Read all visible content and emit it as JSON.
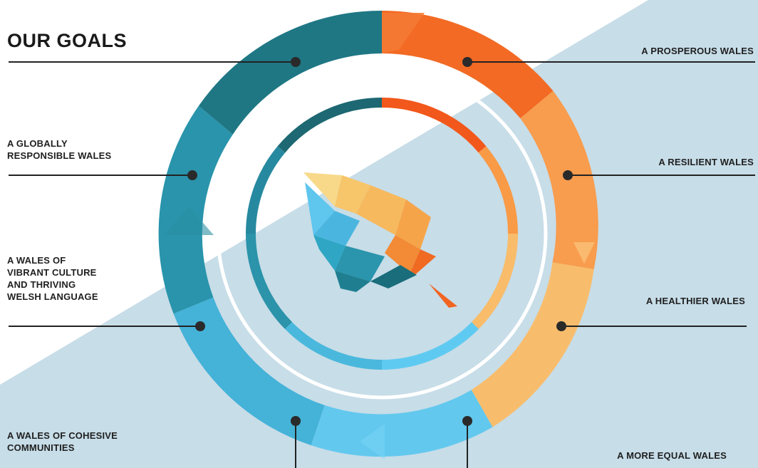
{
  "header": {
    "title": "OUR GOALS"
  },
  "goals": [
    {
      "id": "prosperous",
      "label": "A PROSPEROUS WALES"
    },
    {
      "id": "resilient",
      "label": "A RESILIENT WALES"
    },
    {
      "id": "healthier",
      "label": "A HEALTHIER WALES"
    },
    {
      "id": "more-equal",
      "label": "A MORE EQUAL WALES"
    },
    {
      "id": "cohesive",
      "label": "A WALES OF COHESIVE\nCOMMUNITIES"
    },
    {
      "id": "culture",
      "label": "A WALES OF\nVIBRANT CULTURE\nAND THRIVING\nWELSH LANGUAGE"
    },
    {
      "id": "globally",
      "label": "A GLOBALLY\nRESPONSIBLE WALES"
    }
  ],
  "icons": {
    "center": "leaf-icon"
  },
  "colors": {
    "dark_teal": "#1e6b77",
    "teal": "#2a8fa3",
    "light_blue": "#4dbce0",
    "sky_blue": "#6dccf2",
    "orange_red": "#f25c1c",
    "orange": "#f79a45",
    "light_orange": "#f8bc6a",
    "background_band": "#c5dce7"
  }
}
